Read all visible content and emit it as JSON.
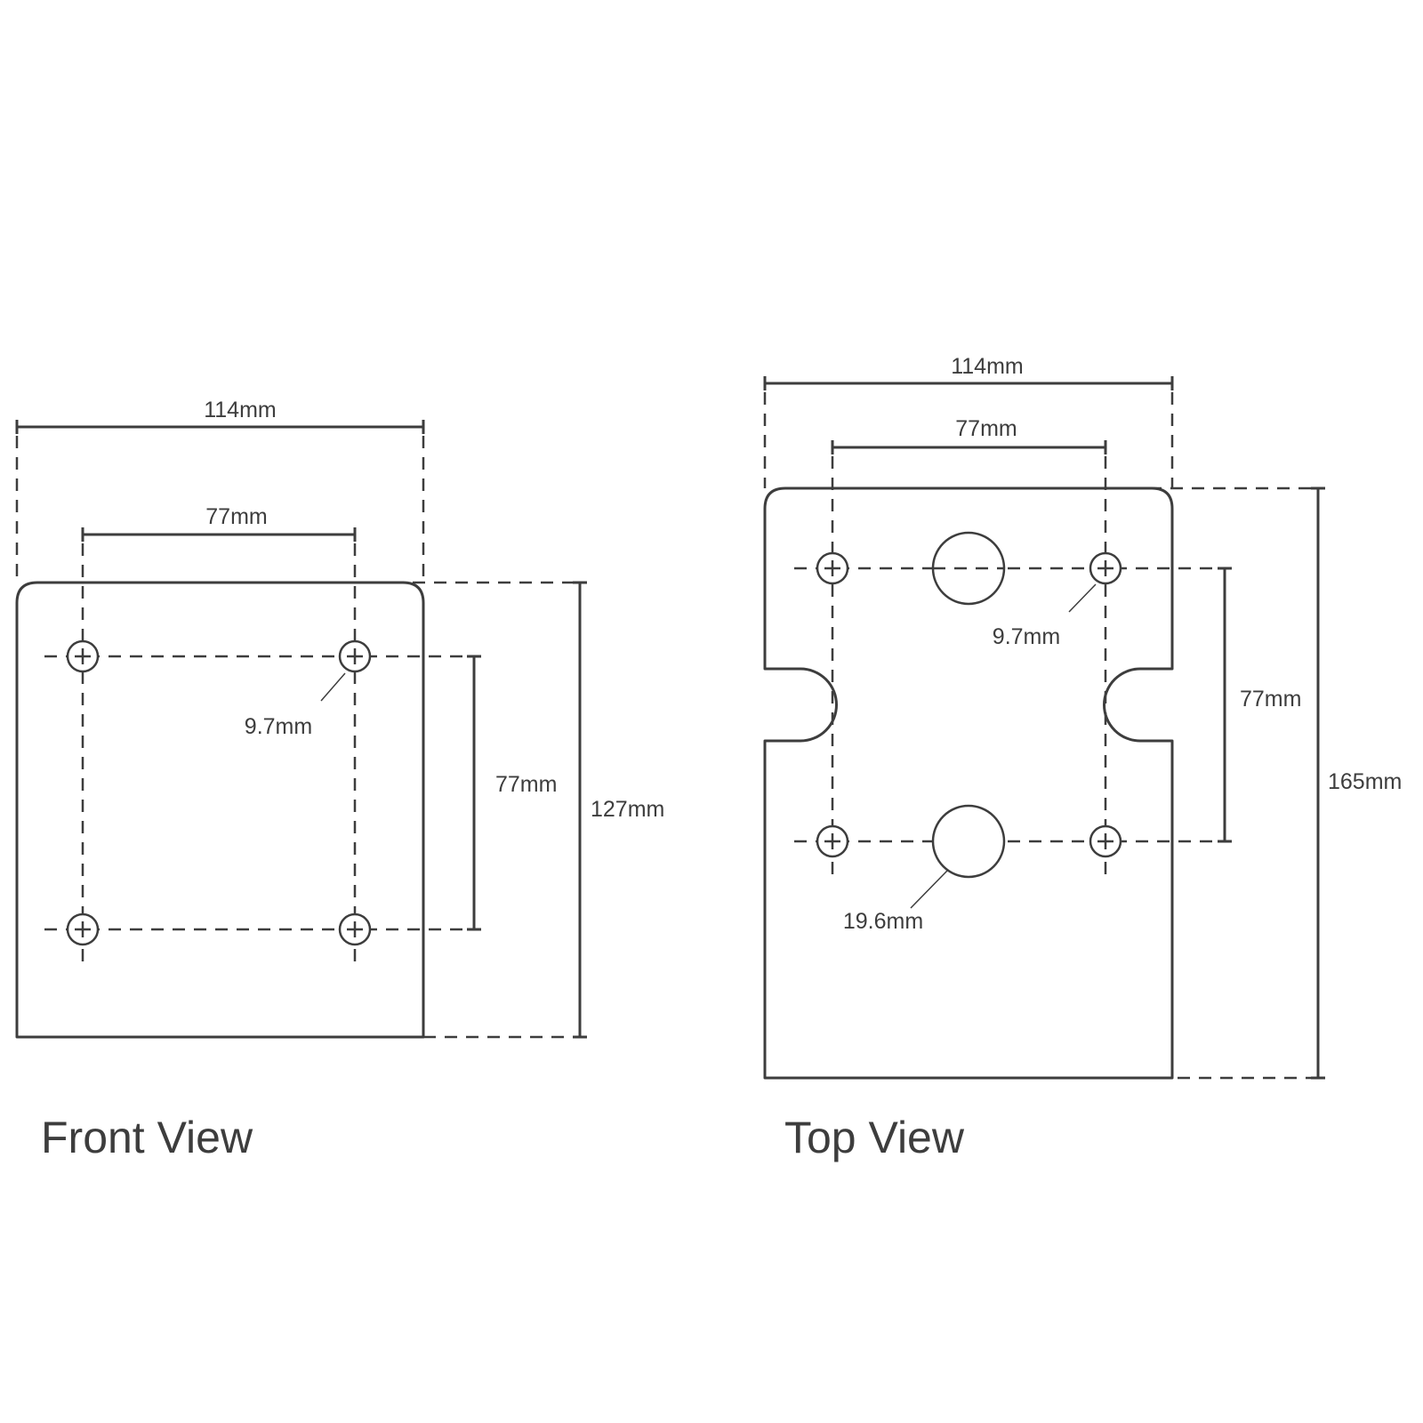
{
  "front_view": {
    "title": "Front View",
    "width_label": "114mm",
    "hole_spacing_h_label": "77mm",
    "hole_diameter_label": "9.7mm",
    "hole_spacing_v_label": "77mm",
    "height_label": "127mm"
  },
  "top_view": {
    "title": "Top View",
    "width_label": "114mm",
    "hole_spacing_h_label": "77mm",
    "hole_diameter_label": "9.7mm",
    "hole_spacing_v_label": "77mm",
    "large_hole_label": "19.6mm",
    "height_label": "165mm"
  },
  "colors": {
    "line": "#3d3d3d",
    "background": "#ffffff"
  }
}
